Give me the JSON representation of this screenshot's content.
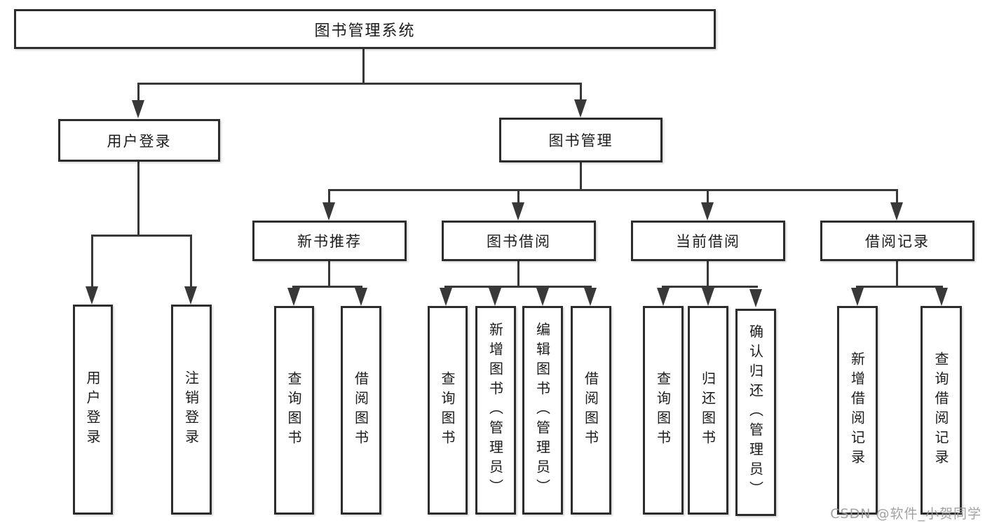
{
  "diagram": {
    "root": {
      "label": "图书管理系统"
    },
    "level2": {
      "user_login": {
        "label": "用户登录"
      },
      "book_mgmt": {
        "label": "图书管理"
      }
    },
    "level3": {
      "new_books": {
        "label": "新书推荐"
      },
      "borrowing": {
        "label": "图书借阅"
      },
      "current": {
        "label": "当前借阅"
      },
      "records": {
        "label": "借阅记录"
      }
    },
    "leaves": {
      "login_user": {
        "label": "用户登录"
      },
      "login_logout": {
        "label": "注销登录"
      },
      "nb_query": {
        "label": "查询图书"
      },
      "nb_borrow": {
        "label": "借阅图书"
      },
      "bb_query": {
        "label": "查询图书"
      },
      "bb_add": {
        "label": "新增图书（管理员）"
      },
      "bb_edit": {
        "label": "编辑图书（管理员）"
      },
      "bb_borrow": {
        "label": "借阅图书"
      },
      "cb_query": {
        "label": "查询图书"
      },
      "cb_return": {
        "label": "归还图书"
      },
      "cb_confirm": {
        "label": "确认归还（管理员）"
      },
      "br_add": {
        "label": "新增借阅记录"
      },
      "br_query": {
        "label": "查询借阅记录"
      }
    }
  },
  "watermark": {
    "text": "CSDN @软件_小贺同学"
  },
  "colors": {
    "line": "#383838",
    "border": "#2d2d2d",
    "text": "#1c1c1c",
    "watermark": "#9b9b9b",
    "background": "#ffffff"
  }
}
